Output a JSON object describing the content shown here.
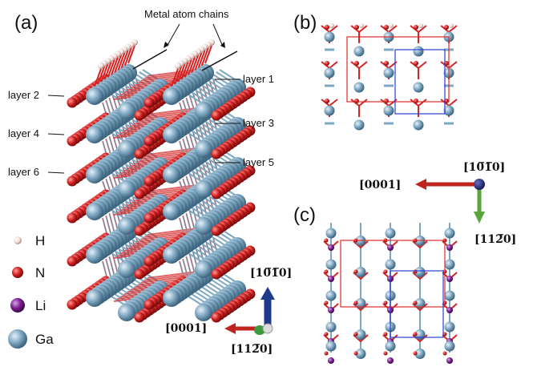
{
  "panels": {
    "a": "(a)",
    "b": "(b)",
    "c": "(c)"
  },
  "annotations": {
    "metal_chains": "Metal atom chains"
  },
  "layers": {
    "left": [
      "layer 2",
      "layer 4",
      "layer 6"
    ],
    "right": [
      "layer 1",
      "layer 3",
      "layer 5"
    ]
  },
  "legend": [
    {
      "symbol": "H",
      "color": "#f0e0dc"
    },
    {
      "symbol": "N",
      "color": "#d42424"
    },
    {
      "symbol": "Li",
      "color": "#7b1f92"
    },
    {
      "symbol": "Ga",
      "color": "#7ea7c2"
    }
  ],
  "axes_a": {
    "up": "[10̅1̅0]",
    "left": "[0001]",
    "down": "[112̅0]"
  },
  "axes_bc": {
    "top": "[10̅1̅0]",
    "left": "[0001]",
    "bottom": "[112̅0]"
  },
  "colors": {
    "ga": "#7ea7c2",
    "n": "#d42424",
    "li": "#7b1f92",
    "h": "#f0e0dc",
    "red_box": "#e02a2a",
    "blue_box": "#2a3fd0",
    "axis_blue": "#1f3a8a",
    "axis_red": "#c0241e",
    "axis_green": "#5aa63a"
  }
}
